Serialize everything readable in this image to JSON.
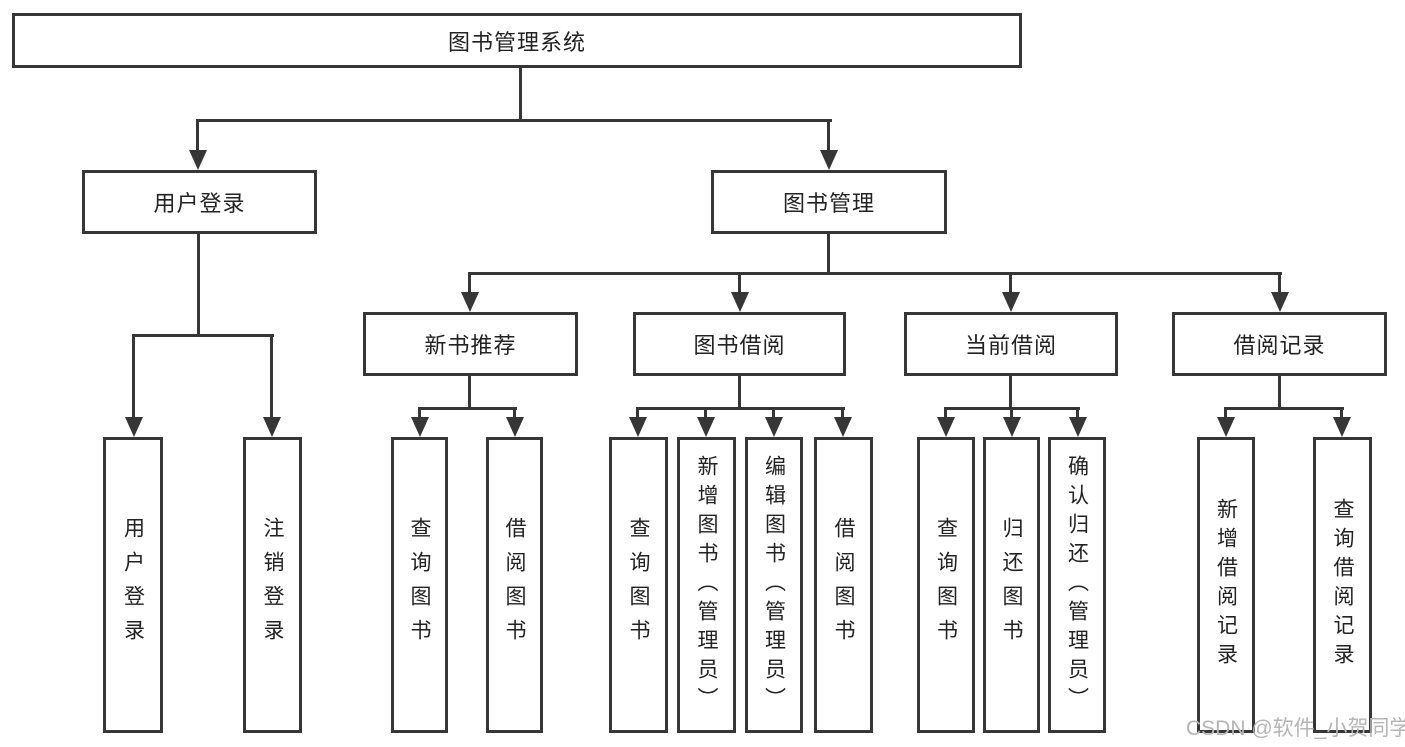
{
  "diagram": {
    "title": "图书管理系统",
    "tree": {
      "label": "图书管理系统",
      "children": [
        {
          "label": "用户登录",
          "children": [
            {
              "label": "用户登录"
            },
            {
              "label": "注销登录"
            }
          ]
        },
        {
          "label": "图书管理",
          "children": [
            {
              "label": "新书推荐",
              "children": [
                {
                  "label": "查询图书"
                },
                {
                  "label": "借阅图书"
                }
              ]
            },
            {
              "label": "图书借阅",
              "children": [
                {
                  "label": "查询图书"
                },
                {
                  "label": "新增图书（管理员）"
                },
                {
                  "label": "编辑图书（管理员）"
                },
                {
                  "label": "借阅图书"
                }
              ]
            },
            {
              "label": "当前借阅",
              "children": [
                {
                  "label": "查询图书"
                },
                {
                  "label": "归还图书"
                },
                {
                  "label": "确认归还（管理员）"
                }
              ]
            },
            {
              "label": "借阅记录",
              "children": [
                {
                  "label": "新增借阅记录"
                },
                {
                  "label": "查询借阅记录"
                }
              ]
            }
          ]
        }
      ]
    },
    "colors": {
      "line": "#363636",
      "text": "#222222",
      "background": "#ffffff",
      "watermark": "#b5b5b5"
    }
  },
  "watermark": {
    "text": "CSDN @软件_小贺同学"
  }
}
